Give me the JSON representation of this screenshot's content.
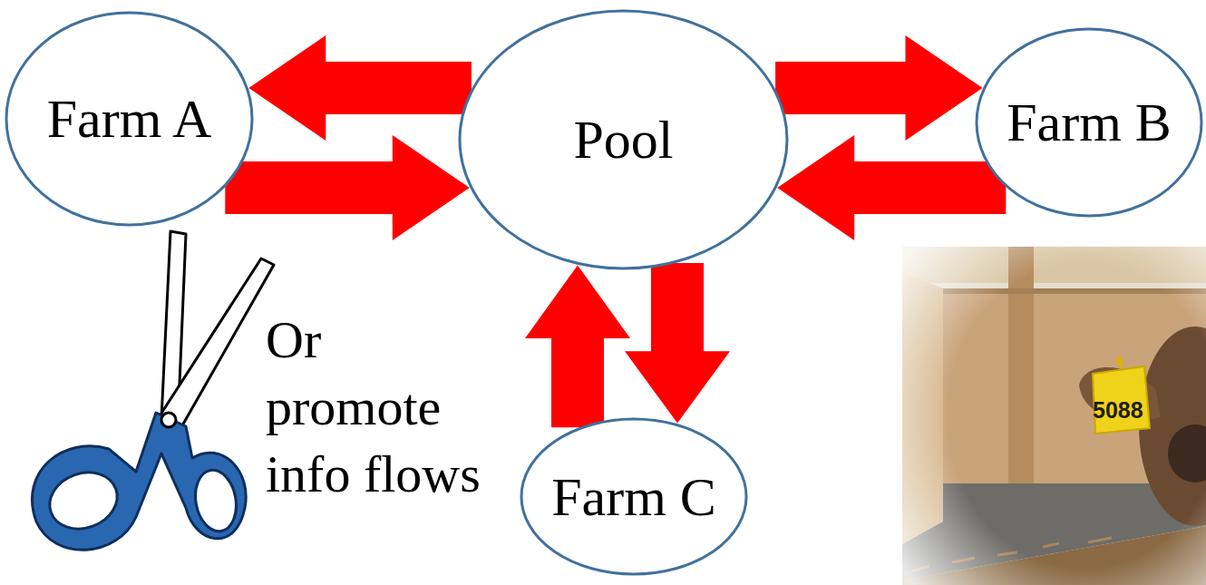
{
  "diagram": {
    "nodes": [
      {
        "text": [
          "Farm A"
        ]
      },
      {
        "text": [
          "Pool"
        ]
      },
      {
        "text": [
          "Farm B"
        ]
      },
      {
        "text": [
          "Farm C"
        ]
      }
    ],
    "edges": [
      {
        "from": 1,
        "to": 0,
        "arrow": "to"
      },
      {
        "from": 0,
        "to": 1,
        "arrow": "to"
      },
      {
        "from": 1,
        "to": 2,
        "arrow": "to"
      },
      {
        "from": 2,
        "to": 1,
        "arrow": "to"
      },
      {
        "from": 3,
        "to": 1,
        "arrow": "to"
      },
      {
        "from": 1,
        "to": 3,
        "arrow": "to"
      }
    ],
    "labels": [
      "Or promote info flows",
      "5088"
    ]
  }
}
